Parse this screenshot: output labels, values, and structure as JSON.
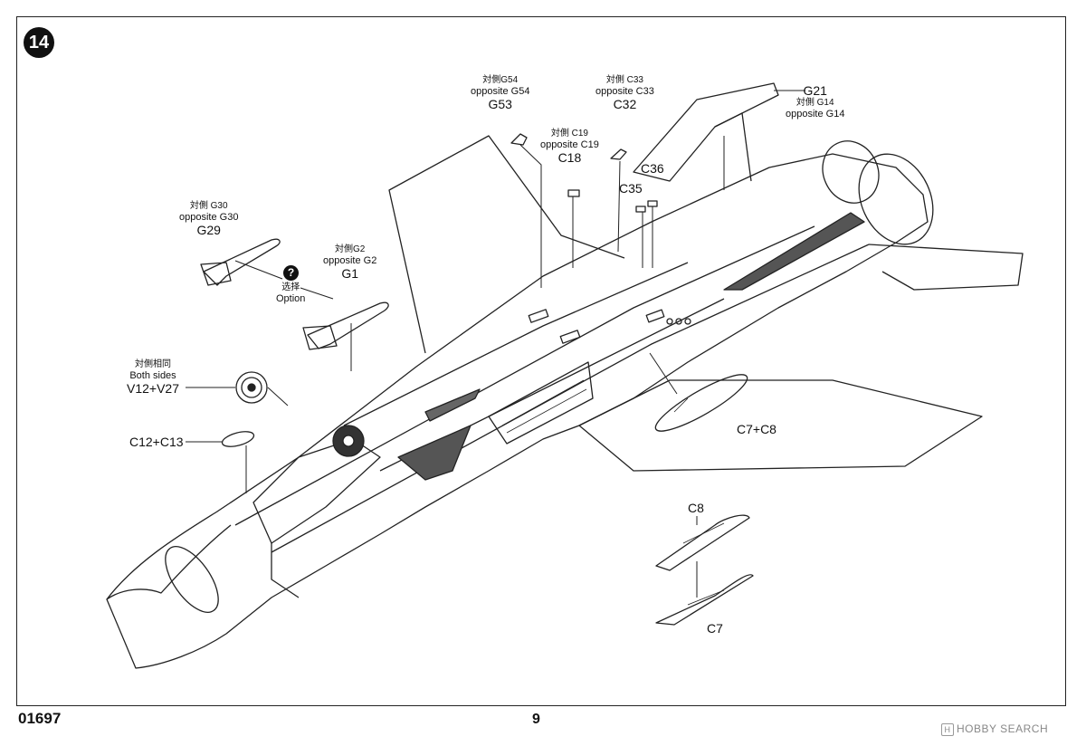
{
  "step": {
    "number": "14"
  },
  "footer": {
    "kit_code": "01697",
    "page_number": "9"
  },
  "watermark": {
    "text": "HOBBY SEARCH"
  },
  "option_badge": {
    "icon": "?",
    "label_cn": "选择",
    "label_en": "Option"
  },
  "callouts": {
    "g54": {
      "cn": "対側G54",
      "en": "opposite G54",
      "part": "G53"
    },
    "c33": {
      "cn": "対側 C33",
      "en": "opposite C33",
      "part": "C32"
    },
    "g21": {
      "part": "G21",
      "cn": "対側 G14",
      "en": "opposite G14"
    },
    "c19": {
      "cn": "対側 C19",
      "en": "opposite C19",
      "part": "C18"
    },
    "c36": {
      "part": "C36"
    },
    "c35": {
      "part": "C35"
    },
    "g30": {
      "cn": "対側 G30",
      "en": "opposite G30",
      "part": "G29"
    },
    "g2": {
      "cn": "対側G2",
      "en": "opposite G2",
      "part": "G1"
    },
    "v12": {
      "cn": "対側相同",
      "en": "Both sides",
      "part": "V12+V27"
    },
    "c12": {
      "part": "C12+C13"
    },
    "c7c8": {
      "part": "C7+C8"
    },
    "c8": {
      "part": "C8"
    },
    "c7": {
      "part": "C7"
    }
  }
}
